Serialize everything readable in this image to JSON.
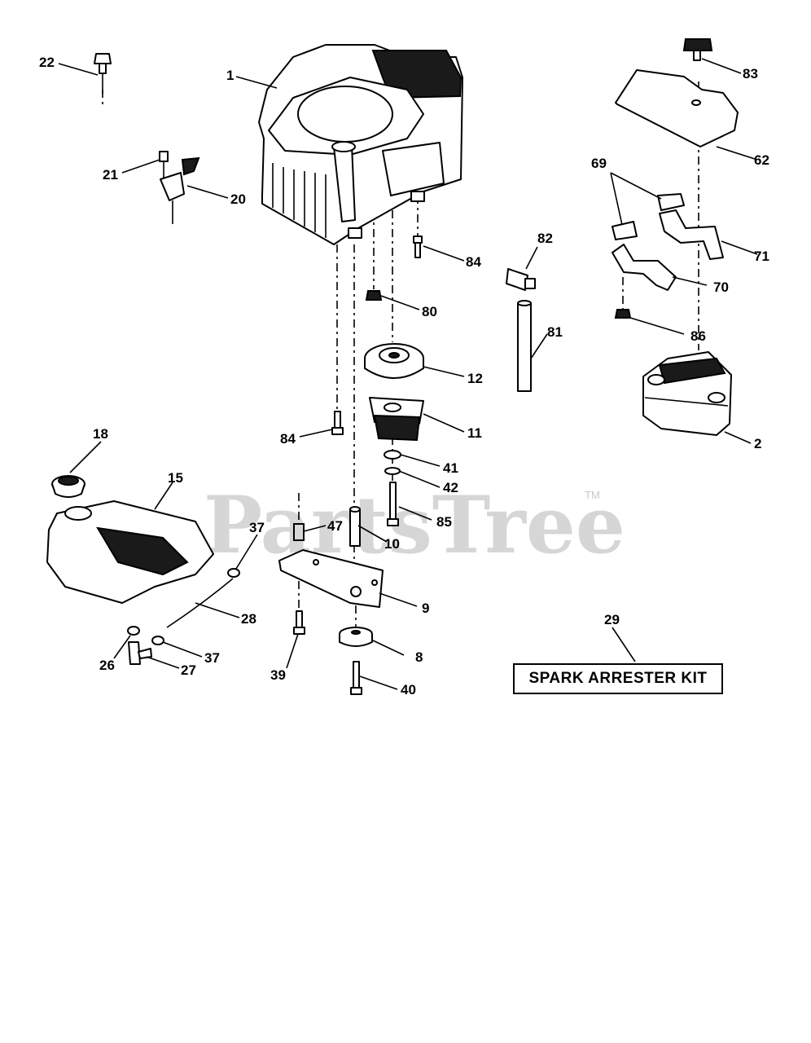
{
  "watermark": {
    "text": "PartsTree",
    "trademark": "TM"
  },
  "kit_label": "SPARK ARRESTER KIT",
  "callouts": {
    "c1": "1",
    "c2": "2",
    "c8": "8",
    "c9": "9",
    "c10": "10",
    "c11": "11",
    "c12": "12",
    "c15": "15",
    "c18": "18",
    "c20": "20",
    "c21": "21",
    "c22": "22",
    "c26": "26",
    "c27": "27",
    "c28": "28",
    "c29": "29",
    "c37a": "37",
    "c37b": "37",
    "c39": "39",
    "c40": "40",
    "c41": "41",
    "c42": "42",
    "c47": "47",
    "c62": "62",
    "c69": "69",
    "c70": "70",
    "c71": "71",
    "c80": "80",
    "c81": "81",
    "c82": "82",
    "c83": "83",
    "c84a": "84",
    "c84b": "84",
    "c85": "85",
    "c86": "86"
  }
}
